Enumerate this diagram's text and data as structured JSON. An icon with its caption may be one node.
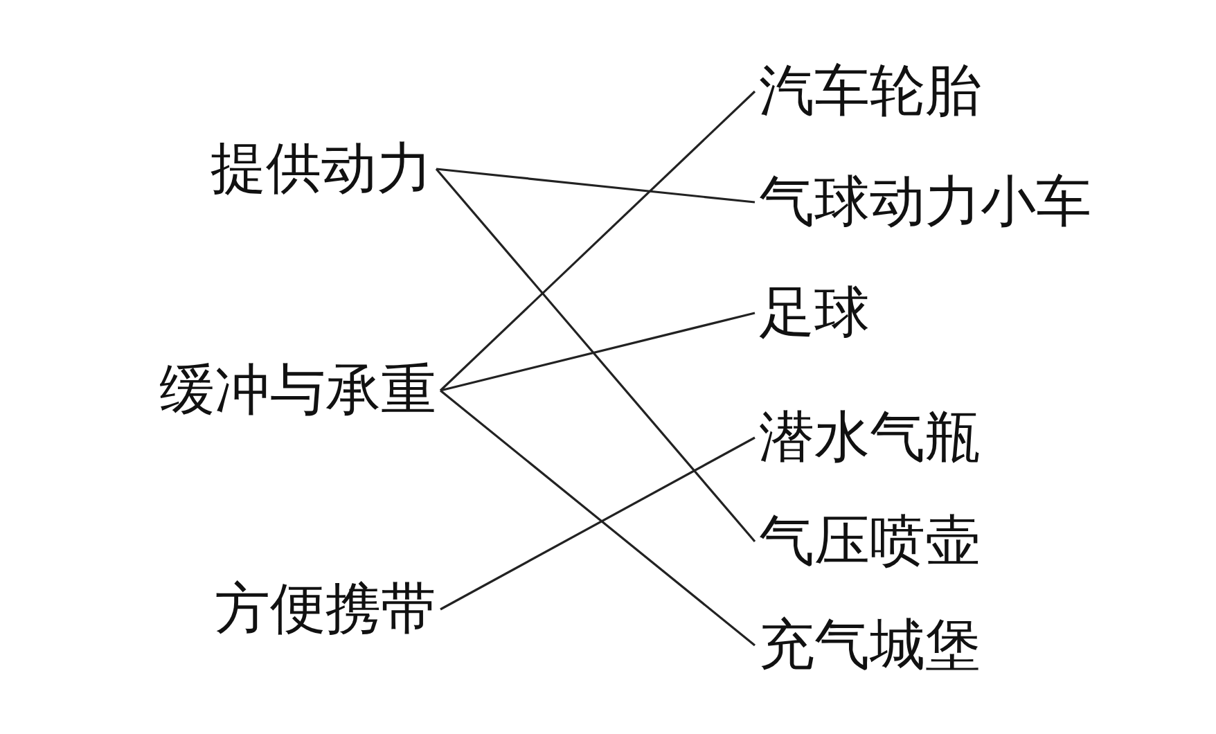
{
  "diagram": {
    "nodes": [
      {
        "text": [
          "提供动力"
        ]
      },
      {
        "text": [
          "缓冲与承重"
        ]
      },
      {
        "text": [
          "方便携带"
        ]
      },
      {
        "text": [
          "汽车轮胎"
        ]
      },
      {
        "text": [
          "气球动力小车"
        ]
      },
      {
        "text": [
          "足球"
        ]
      },
      {
        "text": [
          "潜水气瓶"
        ]
      },
      {
        "text": [
          "气压喷壶"
        ]
      },
      {
        "text": [
          "充气城堡"
        ]
      }
    ],
    "edges": [
      {
        "from": 0,
        "to": 4,
        "arrow": "none"
      },
      {
        "from": 0,
        "to": 7,
        "arrow": "none"
      },
      {
        "from": 1,
        "to": 3,
        "arrow": "none"
      },
      {
        "from": 1,
        "to": 5,
        "arrow": "none"
      },
      {
        "from": 1,
        "to": 8,
        "arrow": "none"
      },
      {
        "from": 2,
        "to": 6,
        "arrow": "none"
      }
    ]
  }
}
